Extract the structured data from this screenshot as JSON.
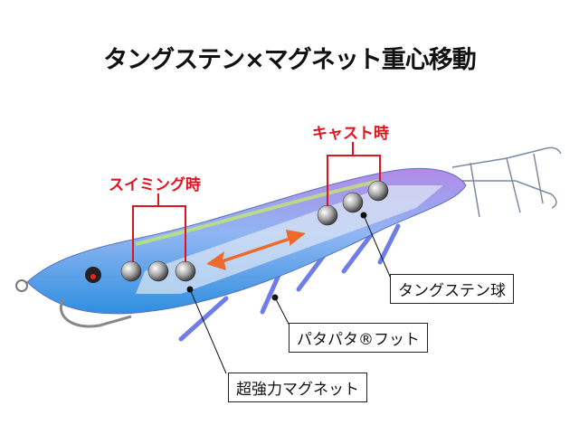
{
  "title": "タングステン×マグネット重心移動",
  "states": {
    "swimming": "スイミング時",
    "casting": "キャスト時"
  },
  "callouts": {
    "tungsten": "タングステン球",
    "foot": "パタパタ®フット",
    "magnet": "超強力マグネット"
  },
  "colors": {
    "accent": "#e0141e",
    "body": "#7fb0f0",
    "arrow": "#ef6a2a"
  }
}
